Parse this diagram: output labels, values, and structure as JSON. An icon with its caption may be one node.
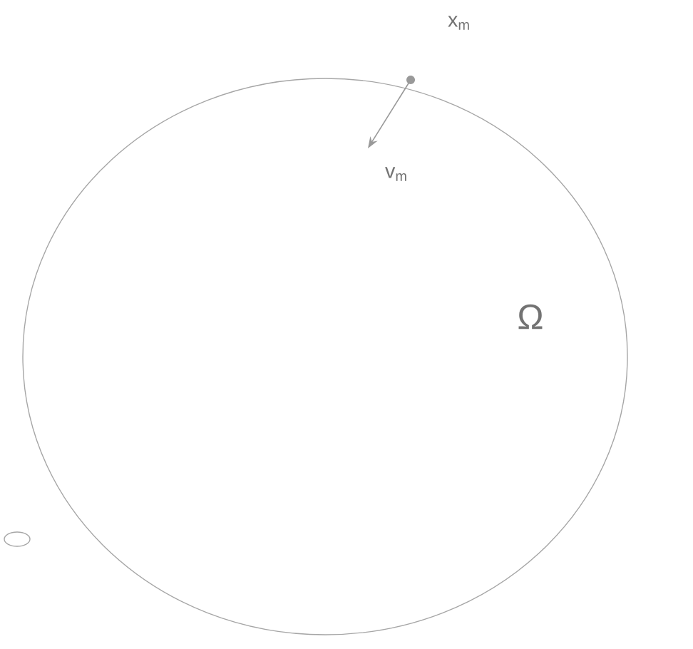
{
  "diagram": {
    "labels": [
      "x$_{m}$",
      "v$_{m}$",
      "Ω"
    ]
  }
}
